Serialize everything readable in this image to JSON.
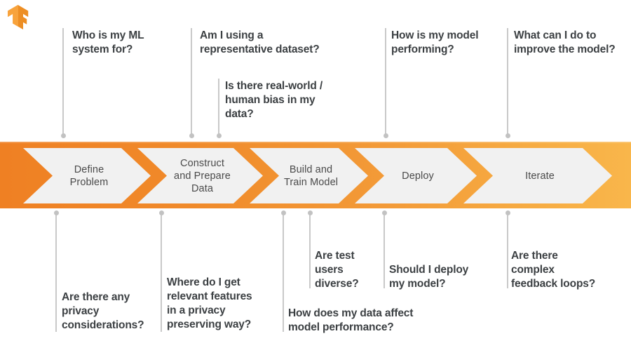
{
  "logo": {
    "name": "tensorflow-logo",
    "colors": {
      "light": "#f8a33c",
      "dark": "#ed8e24"
    }
  },
  "theme": {
    "band_gradient_start": "#ef8023",
    "band_gradient_end": "#f9b64b",
    "chevron_fill": "#f1f1f1",
    "chevron_text": "#4a4a4a",
    "question_text": "#3c4043",
    "connector_line": "#c9c9c9",
    "connector_dot": "#c2c2c2",
    "background": "#ffffff"
  },
  "pipeline": {
    "name": "ml-workflow-pipeline",
    "stages": [
      {
        "id": "define-problem",
        "label": "Define\nProblem"
      },
      {
        "id": "construct-prepare-data",
        "label": "Construct\nand Prepare\nData"
      },
      {
        "id": "build-train-model",
        "label": "Build and\nTrain Model"
      },
      {
        "id": "deploy",
        "label": "Deploy"
      },
      {
        "id": "iterate",
        "label": "Iterate"
      }
    ]
  },
  "questions_above": [
    {
      "id": "q-who-is-my-ml-system-for",
      "text": "Who is my ML\nsystem for?"
    },
    {
      "id": "q-representative-dataset",
      "text": "Am I using a\nrepresentative dataset?"
    },
    {
      "id": "q-real-world-human-bias",
      "text": "Is there real-world /\nhuman bias in my\ndata?"
    },
    {
      "id": "q-how-is-my-model-performing",
      "text": "How is my model\nperforming?"
    },
    {
      "id": "q-improve-the-model",
      "text": "What can I do to\nimprove the model?"
    }
  ],
  "questions_below": [
    {
      "id": "q-privacy-considerations",
      "text": "Are there any\nprivacy\nconsiderations?"
    },
    {
      "id": "q-relevant-features-privacy",
      "text": "Where do I get\nrelevant features\nin a privacy\npreserving way?"
    },
    {
      "id": "q-data-affect-model-performance",
      "text": "How does my data affect\nmodel performance?"
    },
    {
      "id": "q-are-test-users-diverse",
      "text": "Are test\nusers\ndiverse?"
    },
    {
      "id": "q-should-i-deploy-my-model",
      "text": "Should I deploy\nmy model?"
    },
    {
      "id": "q-complex-feedback-loops",
      "text": "Are there\ncomplex\nfeedback loops?"
    }
  ]
}
